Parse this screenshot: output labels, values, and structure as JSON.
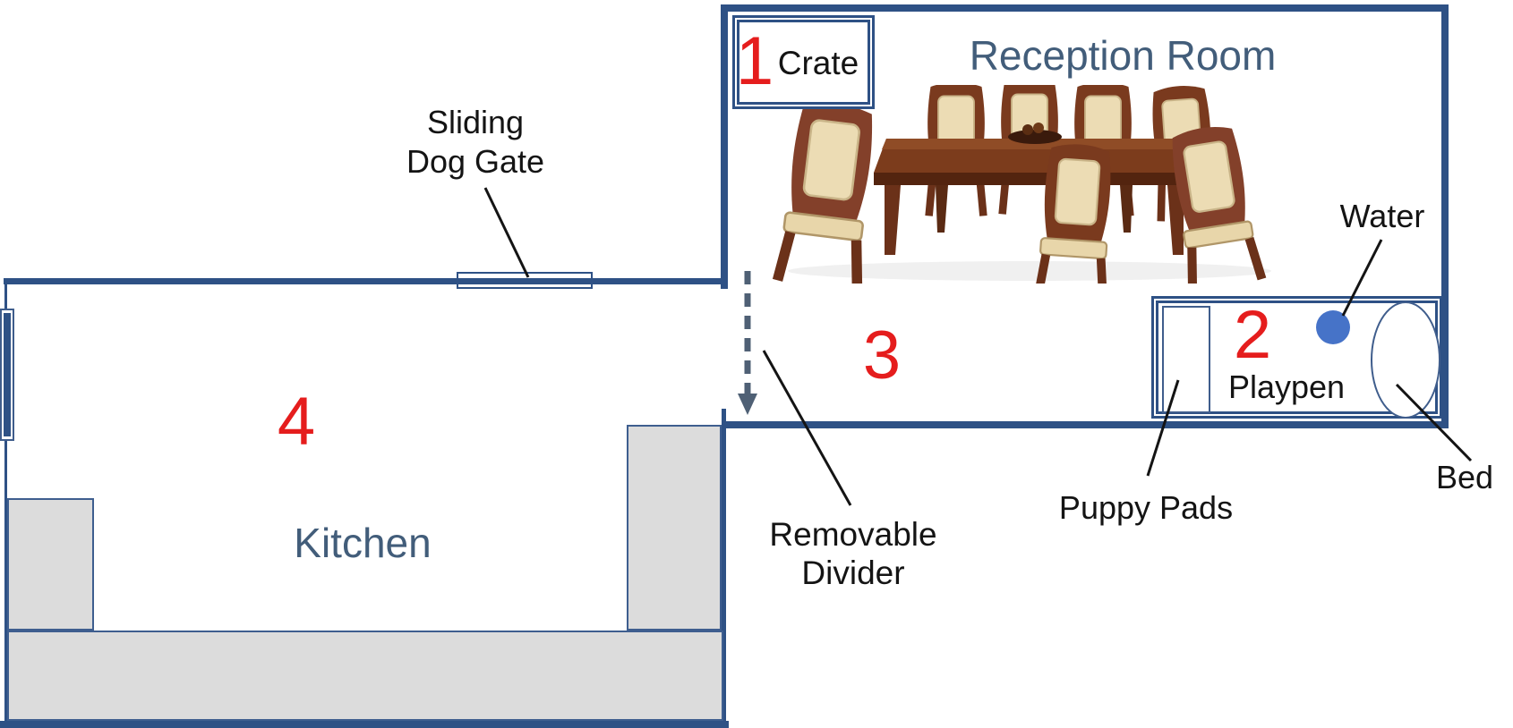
{
  "colors": {
    "wall": "#2e5185",
    "red": "#e51d1d",
    "slate": "#425d7a",
    "water": "#4673c8",
    "counter": "#dcdcdc",
    "counterline": "#3e5e8f",
    "symline": "#3f5d8c",
    "arrow": "#4f6075",
    "ink": "#141414"
  },
  "rooms": {
    "reception": {
      "title": "Reception Room",
      "zone_number": "3"
    },
    "kitchen": {
      "title": "Kitchen",
      "zone_number": "4"
    }
  },
  "crate": {
    "number": "1",
    "label": "Crate"
  },
  "playpen": {
    "number": "2",
    "label": "Playpen"
  },
  "annotations": {
    "gate_lines": [
      "Sliding",
      "Dog Gate"
    ],
    "divider_lines": [
      "Removable",
      "Divider"
    ],
    "water": "Water",
    "bed": "Bed",
    "puppy_pads": "Puppy Pads"
  }
}
